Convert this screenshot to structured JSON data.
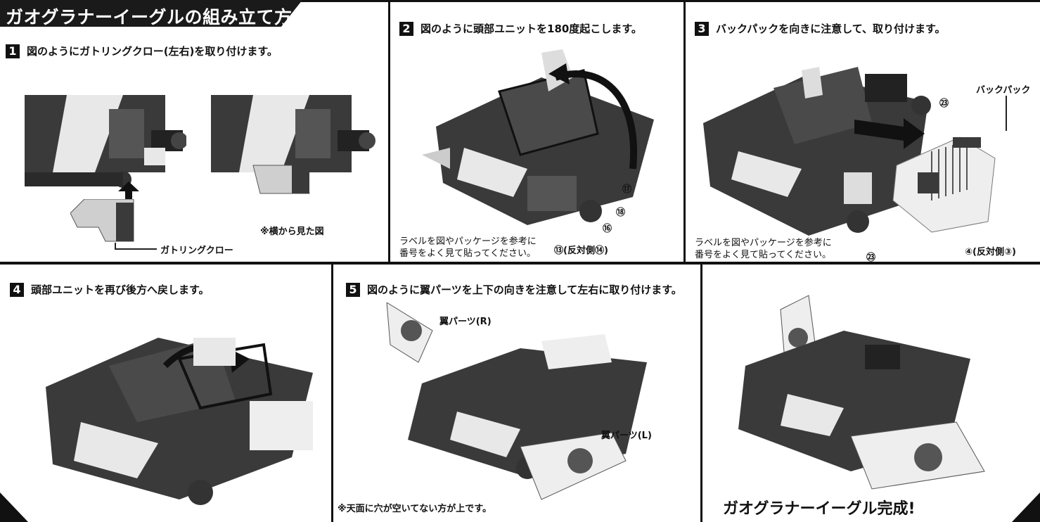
{
  "header": {
    "title": "ガオグラナーイーグルの組み立て方"
  },
  "steps": [
    {
      "number": "1",
      "text": "図のようにガトリングクロー(左右)を取り付けます。"
    },
    {
      "number": "2",
      "text": "図のように頭部ユニットを180度起こします。"
    },
    {
      "number": "3",
      "text": "バックパックを向きに注意して、取り付けます。"
    },
    {
      "number": "4",
      "text": "頭部ユニットを再び後方へ戻します。"
    },
    {
      "number": "5",
      "text": "図のように翼パーツを上下の向きを注意して左右に取り付けます。"
    }
  ],
  "step1": {
    "part_label": "ガトリングクロー",
    "side_view_note": "※横から見た図"
  },
  "step2": {
    "label_note_line1": "ラベルを図やパッケージを参考に",
    "label_note_line2": "番号をよく見て貼ってください。",
    "callouts": [
      "⑰",
      "⑱",
      "⑯",
      "⑬(反対側⑭)"
    ]
  },
  "step3": {
    "backpack_label": "バックパック",
    "label_note_line1": "ラベルを図やパッケージを参考に",
    "label_note_line2": "番号をよく見て貼ってください。",
    "callouts": [
      "㉓",
      "㉓",
      "④(反対側③)"
    ]
  },
  "step5": {
    "wing_r": "翼パーツ(R)",
    "wing_l": "翼パーツ(L)",
    "top_note": "※天面に穴が空いてない方が上です。"
  },
  "final": {
    "complete_text": "ガオグラナーイーグル完成!"
  },
  "colors": {
    "ink": "#111111",
    "toy_dark": "#3a3a3a",
    "toy_mid": "#6b6b6b",
    "toy_light": "#e8e8e8"
  }
}
